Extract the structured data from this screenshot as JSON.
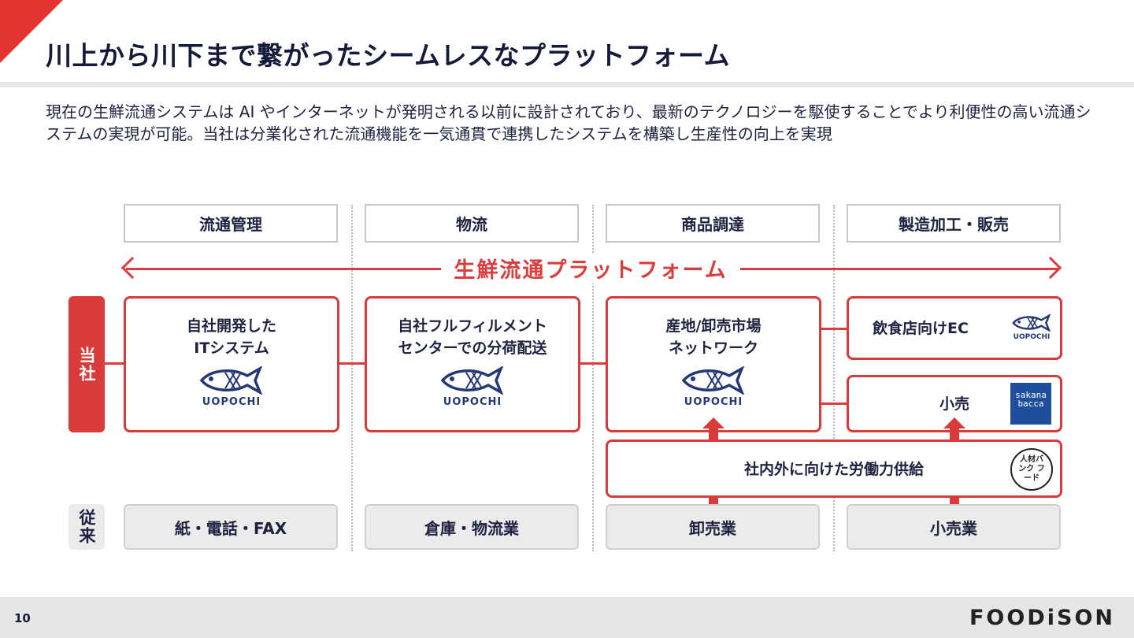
{
  "title": "川上から川下まで繋がったシームレスなプラットフォーム",
  "description": "現在の生鮮流通システムは AI やインターネットが発明される以前に設計されており、最新のテクノロジーを駆使することでより利便性の高い流通システムの実現が可能。当社は分業化された流通機能を一気通貫で連携したシステムを構築し生産性の向上を実現",
  "columns": [
    "流通管理",
    "物流",
    "商品調達",
    "製造加工・販売"
  ],
  "platform_label": "生鮮流通プラットフォーム",
  "rows": {
    "ours": "当社",
    "traditional": "従来"
  },
  "ours_boxes": {
    "it_system": {
      "line1": "自社開発した",
      "line2": "ITシステム",
      "logo": "UOPOCHI"
    },
    "fulfillment": {
      "line1": "自社フルフィルメント",
      "line2": "センターでの分荷配送",
      "logo": "UOPOCHI"
    },
    "network": {
      "line1": "産地/卸売市場",
      "line2": "ネットワーク",
      "logo": "UOPOCHI"
    },
    "restaurant_ec": {
      "label": "飲食店向けEC",
      "logo": "UOPOCHI"
    },
    "retail": {
      "label": "小売",
      "logo": "sakana bacca"
    },
    "labor": {
      "label": "社内外に向けた労働力供給",
      "logo": "人材バンク フード"
    }
  },
  "traditional_boxes": [
    "紙・電話・FAX",
    "倉庫・物流業",
    "卸売業",
    "小売業"
  ],
  "footer": {
    "page_number": "10",
    "company": "FOODiSON"
  },
  "colors": {
    "accent_red": "#d93a3a",
    "navy": "#233874",
    "gray_box": "#ebebeb"
  },
  "icons": [
    "fish-icon",
    "arrow-left-icon",
    "arrow-right-icon",
    "arrow-up-icon",
    "arrow-down-icon"
  ]
}
